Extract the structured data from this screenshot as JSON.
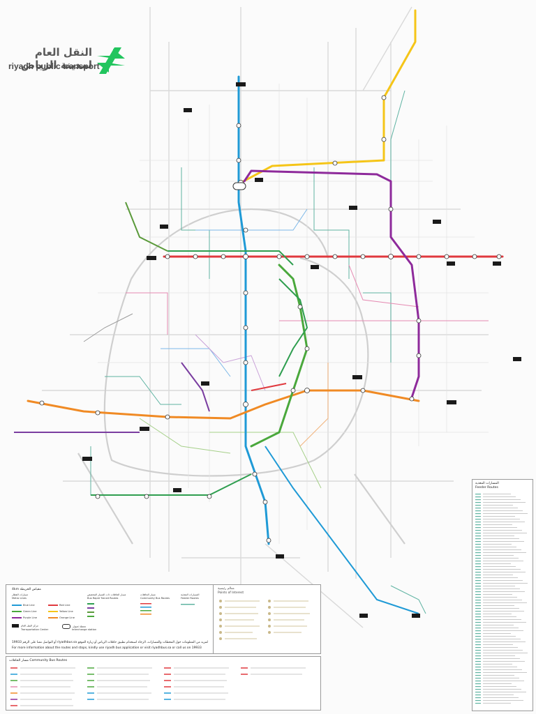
{
  "brand": {
    "title_ar": "النقل العام لمدينة الرياض",
    "title_en": "riyadh public transport",
    "accent_color": "#22c55e"
  },
  "legend": {
    "scale_text": "4km مقياس الخريطة",
    "metro_ar": "مسارات القطار",
    "metro_en": "Metro Lines",
    "brt_ar": "مسار الحافلات ذات المسار المخصص",
    "brt_en": "Bus Rapid Transit Routes",
    "community_ar": "مسار الحافلات",
    "community_en": "Community Bus Routes",
    "feeder_ar": "المسارات المغذية",
    "feeder_en": "Feeder Routes",
    "transport_center_ar": "مركز النقل العام",
    "transport_center_en": "Transportation Center",
    "interchange_ar": "محطة تحويل",
    "interchange_en": "Interchange station",
    "poi_ar": "معالم رئيسية",
    "poi_en": "Points of Interest",
    "info_ar": "لمزيد من المعلومات حول المحطات والمسارات، الرجاء استخدام تطبيق حافلات الرياض أو زيارة الموقع riyadhbus.sa أو التواصل معنا على الرقم 19933",
    "info_en": "For more information about the routes and stops, kindly use riyadh bus application or visit riyadhbus.sa or call us on 19933"
  },
  "metro_lines": [
    {
      "name": "Blue Line",
      "color": "#1f9ad6"
    },
    {
      "name": "Red Line",
      "color": "#e0393e"
    },
    {
      "name": "Orange Line",
      "color": "#f08a24"
    },
    {
      "name": "Yellow Line",
      "color": "#f5c518"
    },
    {
      "name": "Green Line",
      "color": "#4aa83c"
    },
    {
      "name": "Purple Line",
      "color": "#8e2a9b"
    }
  ],
  "community_legend": {
    "header": "مسار الحافلات Community Bus Routes"
  },
  "feeder_legend": {
    "header_ar": "المسارات المغذية",
    "header_en": "Feeder Routes"
  }
}
